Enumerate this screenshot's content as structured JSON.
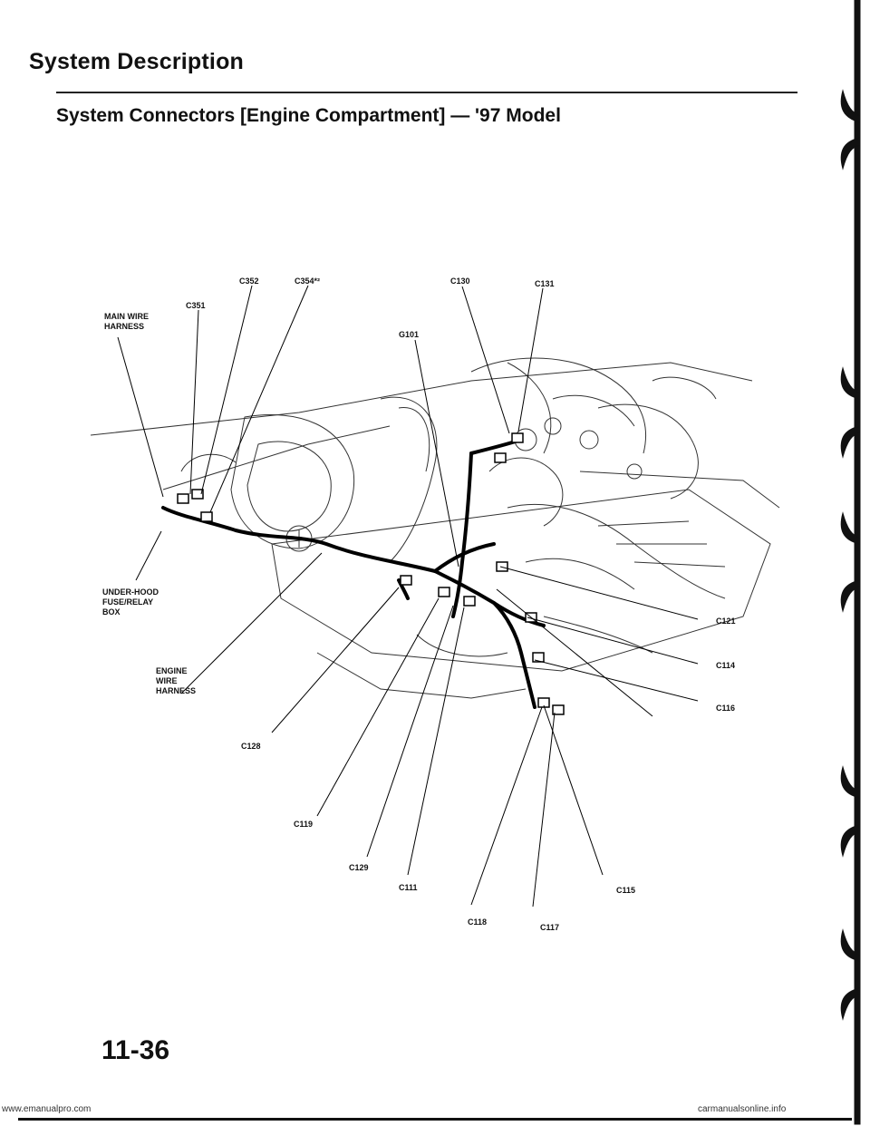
{
  "header": {
    "section_title": "System Description",
    "subtitle": "System Connectors [Engine Compartment] — '97 Model"
  },
  "diagram": {
    "labels": {
      "main_wire_harness": [
        "MAIN WIRE",
        "HARNESS"
      ],
      "underhood_box": [
        "UNDER-HOOD",
        "FUSE/RELAY",
        "BOX"
      ],
      "engine_wire_harness": [
        "ENGINE",
        "WIRE",
        "HARNESS"
      ],
      "c351": "C351",
      "c352": "C352",
      "c354": "C354*²",
      "c130": "C130",
      "c131": "C131",
      "g101": "G101",
      "c121": "C121",
      "c114": "C114",
      "c116": "C116",
      "c128": "C128",
      "c119": "C119",
      "c129": "C129",
      "c111": "C111",
      "c115": "C115",
      "c118": "C118",
      "c117": "C117"
    }
  },
  "footer": {
    "page_number": "11-36",
    "watermark_left": "www.emanualpro.com",
    "watermark_right": "carmanualsonline.info"
  }
}
